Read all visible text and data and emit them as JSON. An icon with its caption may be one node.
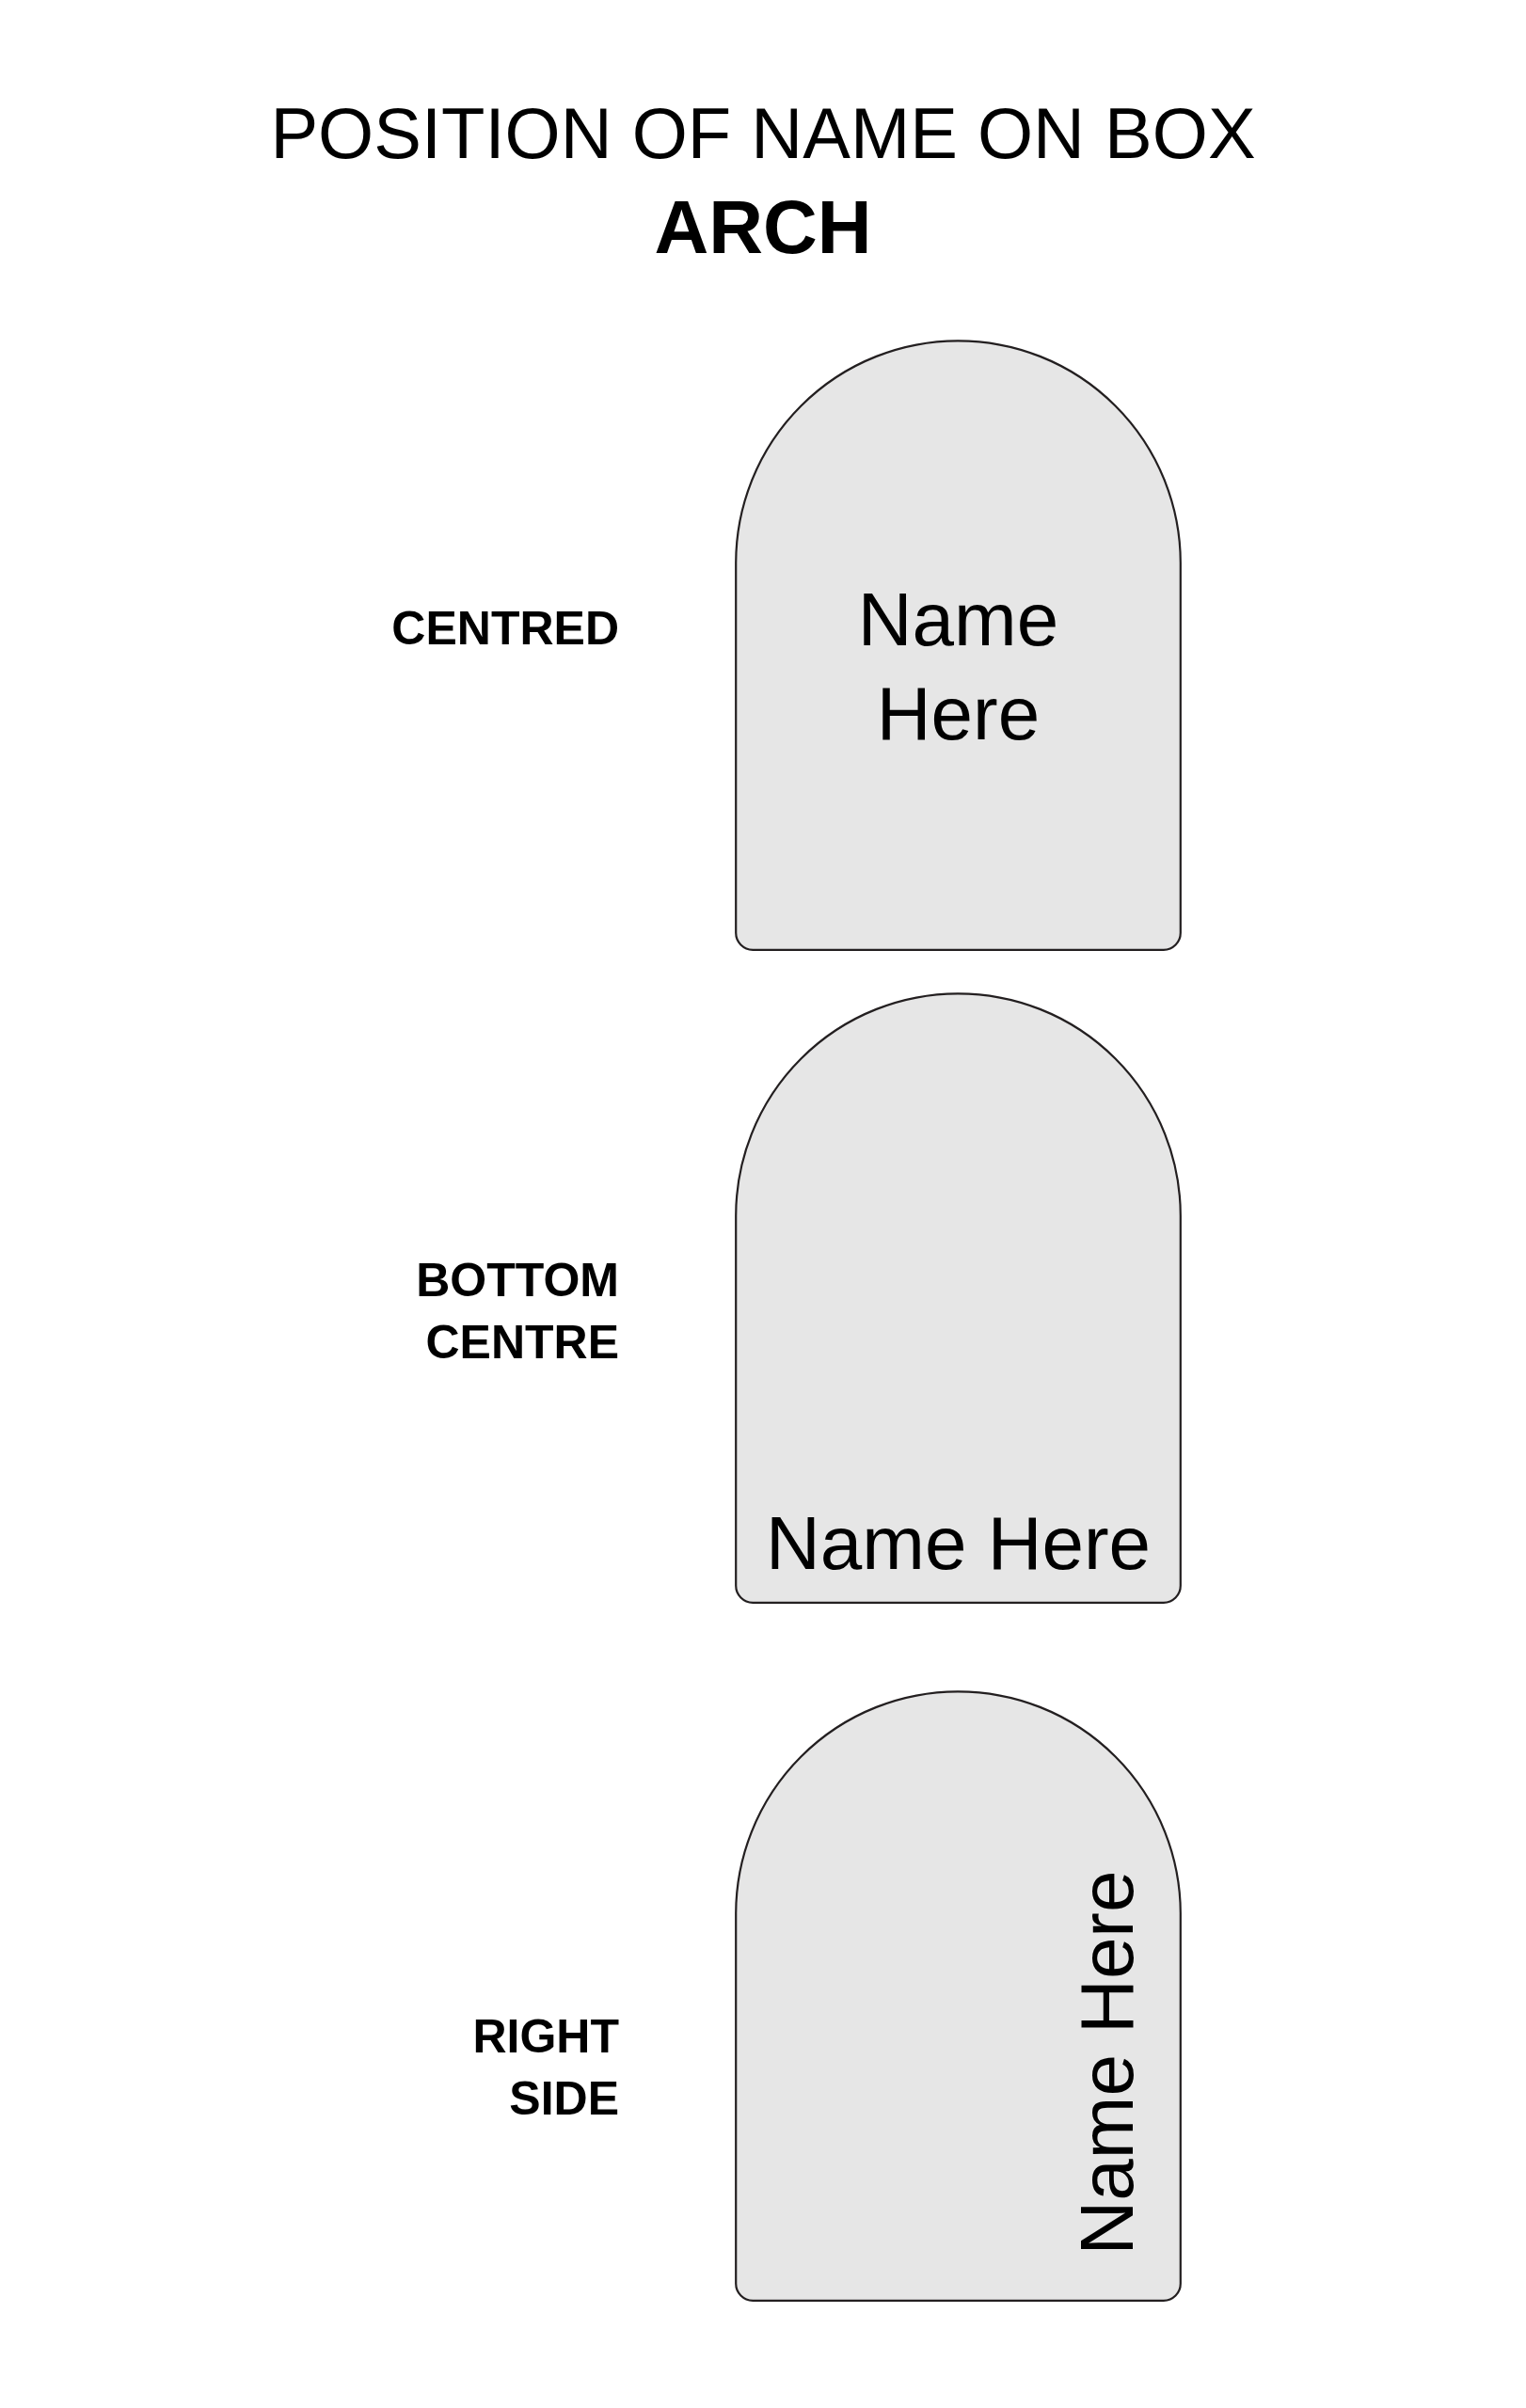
{
  "diagram": {
    "title": "POSITION OF NAME ON BOX",
    "nodes": [
      {
        "text": [
          "Name Here"
        ],
        "beside": [
          "CENTRED"
        ]
      },
      {
        "text": [
          "Name Here"
        ],
        "beside": [
          "BOTTOM CENTRE"
        ]
      },
      {
        "text": [
          "Name Here"
        ],
        "beside": [
          "RIGHT SIDE"
        ]
      }
    ],
    "labels": [
      "ARCH"
    ]
  }
}
